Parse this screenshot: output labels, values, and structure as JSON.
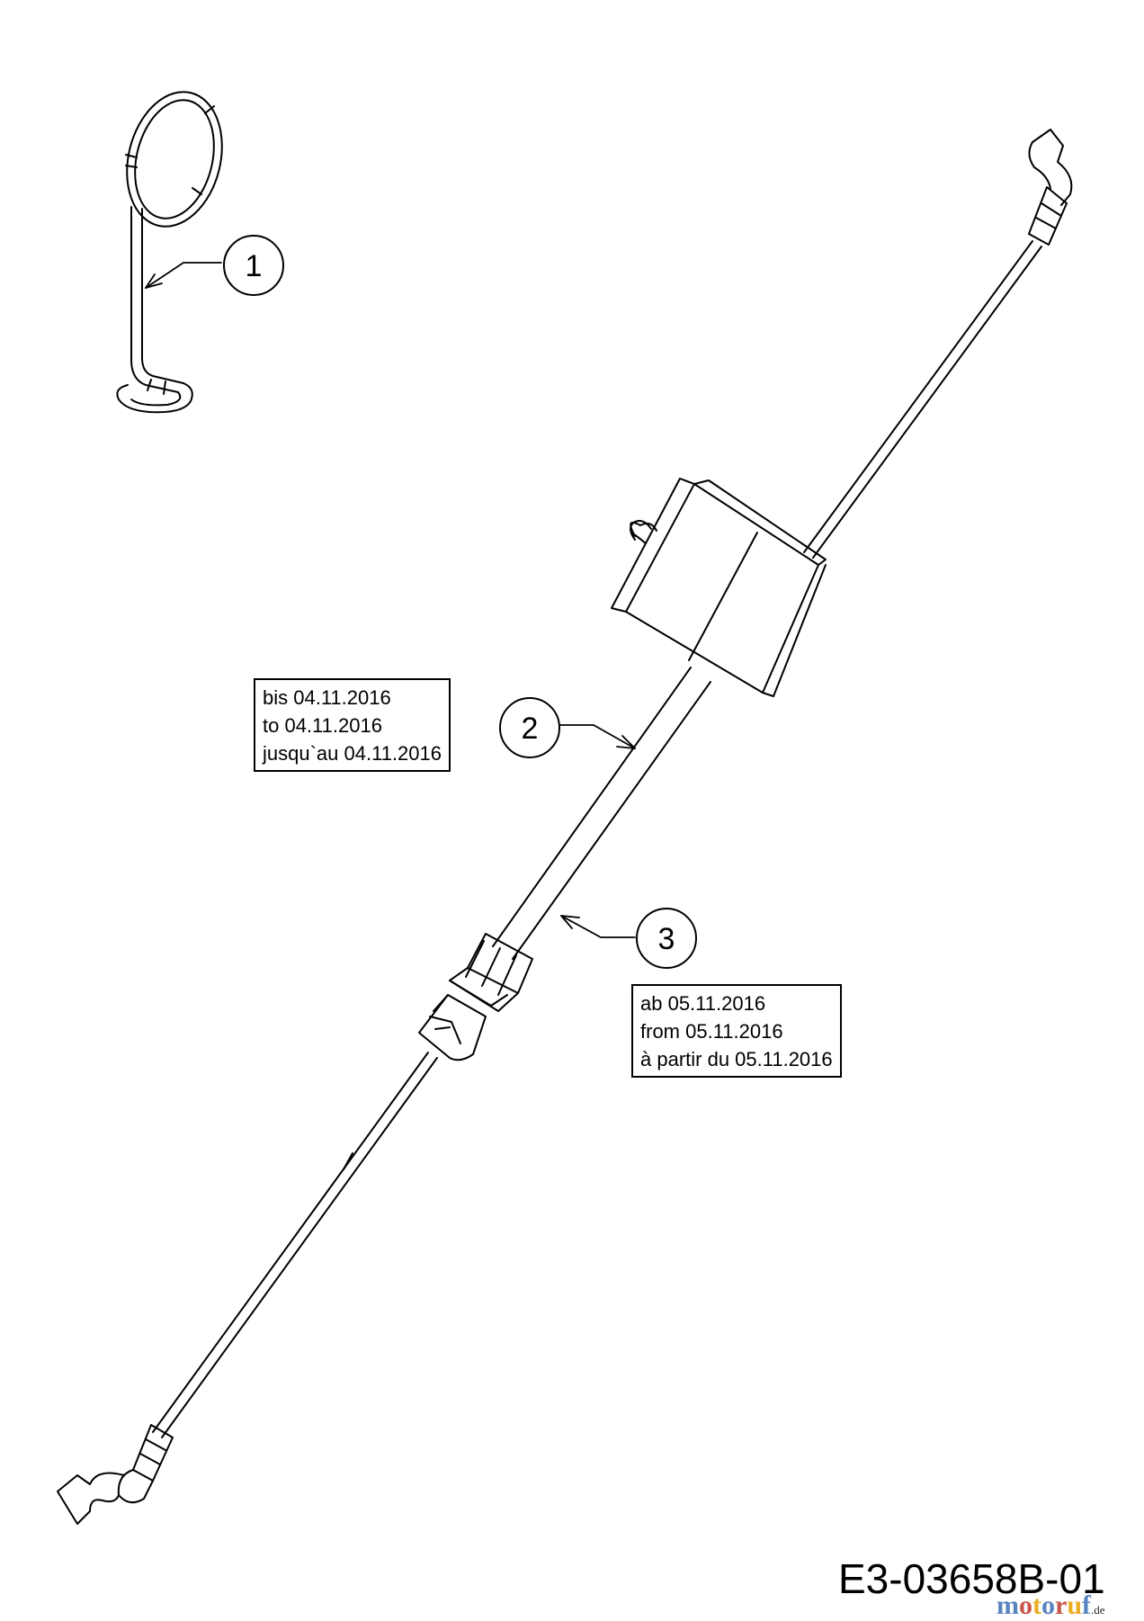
{
  "callouts": [
    {
      "number": "1"
    },
    {
      "number": "2"
    },
    {
      "number": "3"
    }
  ],
  "notes": {
    "part_2": {
      "lines": [
        "bis 04.11.2016",
        "to 04.11.2016",
        "jusqu`au 04.11.2016"
      ]
    },
    "part_3": {
      "lines": [
        "ab 05.11.2016",
        "from 05.11.2016",
        "à partir du 05.11.2016"
      ]
    }
  },
  "drawing_code": "E3-03658B-01",
  "watermark": {
    "text": "motoruf",
    "suffix": ".de",
    "colors": [
      "#3b6fb6",
      "#c0392b",
      "#e6a100"
    ]
  },
  "colors": {
    "line": "#000000",
    "background": "#ffffff"
  }
}
